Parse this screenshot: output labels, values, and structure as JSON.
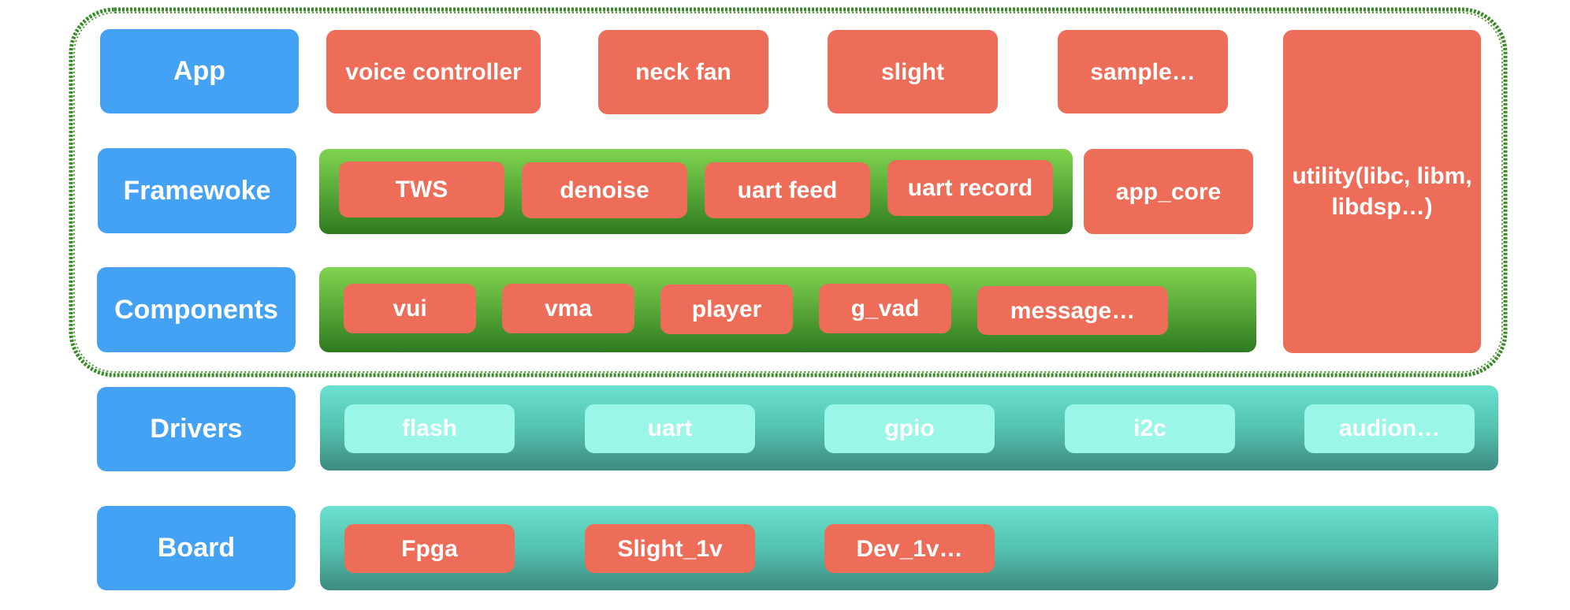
{
  "layers": {
    "app": "App",
    "framework": "Framewoke",
    "components": "Components",
    "drivers": "Drivers",
    "board": "Board"
  },
  "app_modules": [
    "voice controller",
    "neck fan",
    "slight",
    "sample…"
  ],
  "framework_modules": [
    "TWS",
    "denoise",
    "uart feed",
    "uart record"
  ],
  "framework_core": "app_core",
  "utility": "utility(libc, libm, libdsp…)",
  "component_modules": [
    "vui",
    "vma",
    "player",
    "g_vad",
    "message…"
  ],
  "driver_modules": [
    "flash",
    "uart",
    "gpio",
    "i2c",
    "audion…"
  ],
  "board_modules": [
    "Fpga",
    "Slight_1v",
    "Dev_1v…"
  ],
  "colors": {
    "layer_blue": "#44a2f5",
    "module_red": "#ed6d58",
    "band_green": "#5cad3a",
    "band_teal": "#54c3b0",
    "driver_box": "#9af6e6",
    "outline_green": "#3a8a2a"
  }
}
